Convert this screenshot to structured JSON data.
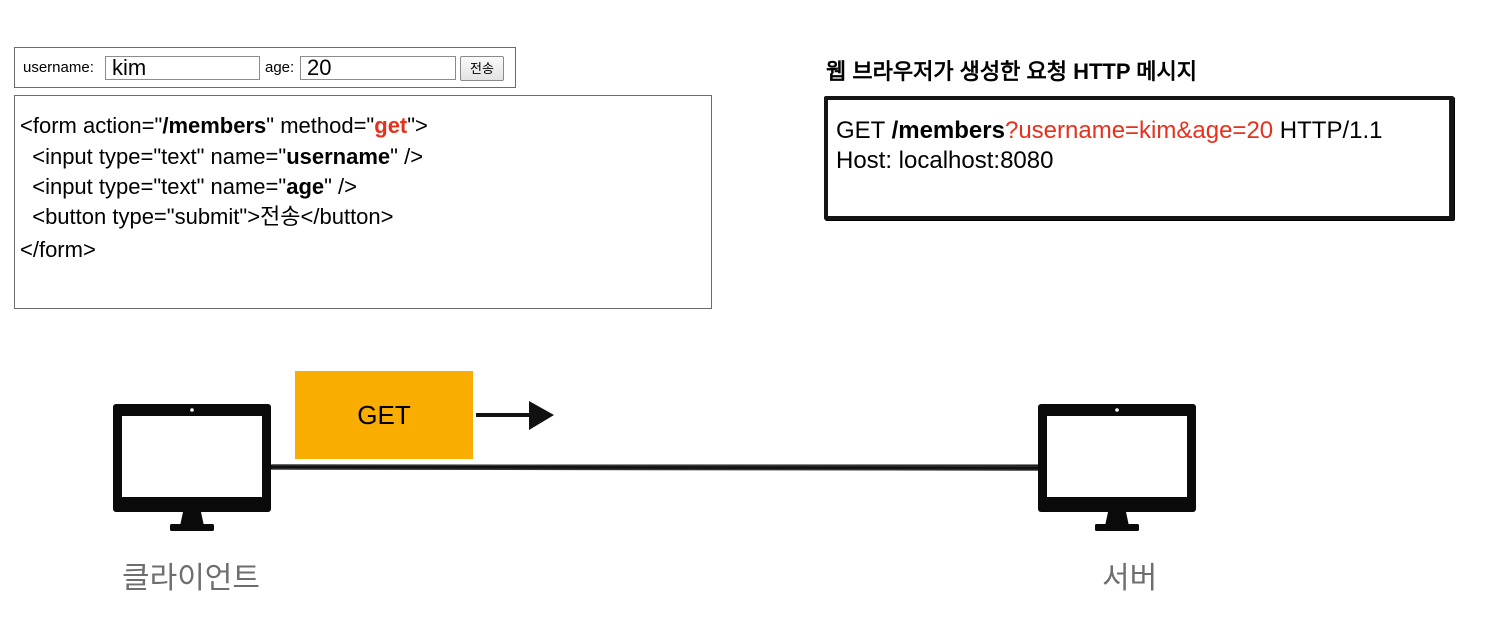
{
  "form_preview": {
    "username_label": "username:",
    "username_value": "kim",
    "age_label": "age:",
    "age_value": "20",
    "submit_label": "전송"
  },
  "code_snippet": {
    "line1": {
      "a": "<form action=\"",
      "b": "/members",
      "c": "\" method=\"",
      "d": "get",
      "e": "\">"
    },
    "line2": {
      "a": "  <input type=\"text\" name=\"",
      "b": "username",
      "c": "\" />"
    },
    "line3": {
      "a": "  <input type=\"text\" name=\"",
      "b": "age",
      "c": "\" />"
    },
    "line4": "  <button type=\"submit\">전송</button>",
    "line5": "</form>"
  },
  "http_message": {
    "title": "웹 브라우저가 생성한 요청 HTTP 메시지",
    "request_line": {
      "method": "GET ",
      "path": "/members",
      "query": "?username=kim&age=20",
      "version": " HTTP/1.1"
    },
    "host_line": "Host: localhost:8080"
  },
  "diagram": {
    "method_badge": "GET",
    "client_label": "클라이언트",
    "server_label": "서버"
  },
  "colors": {
    "highlight_red": "#e8301c",
    "get_badge": "#f9ad00",
    "caption_gray": "#6e6e6e"
  }
}
